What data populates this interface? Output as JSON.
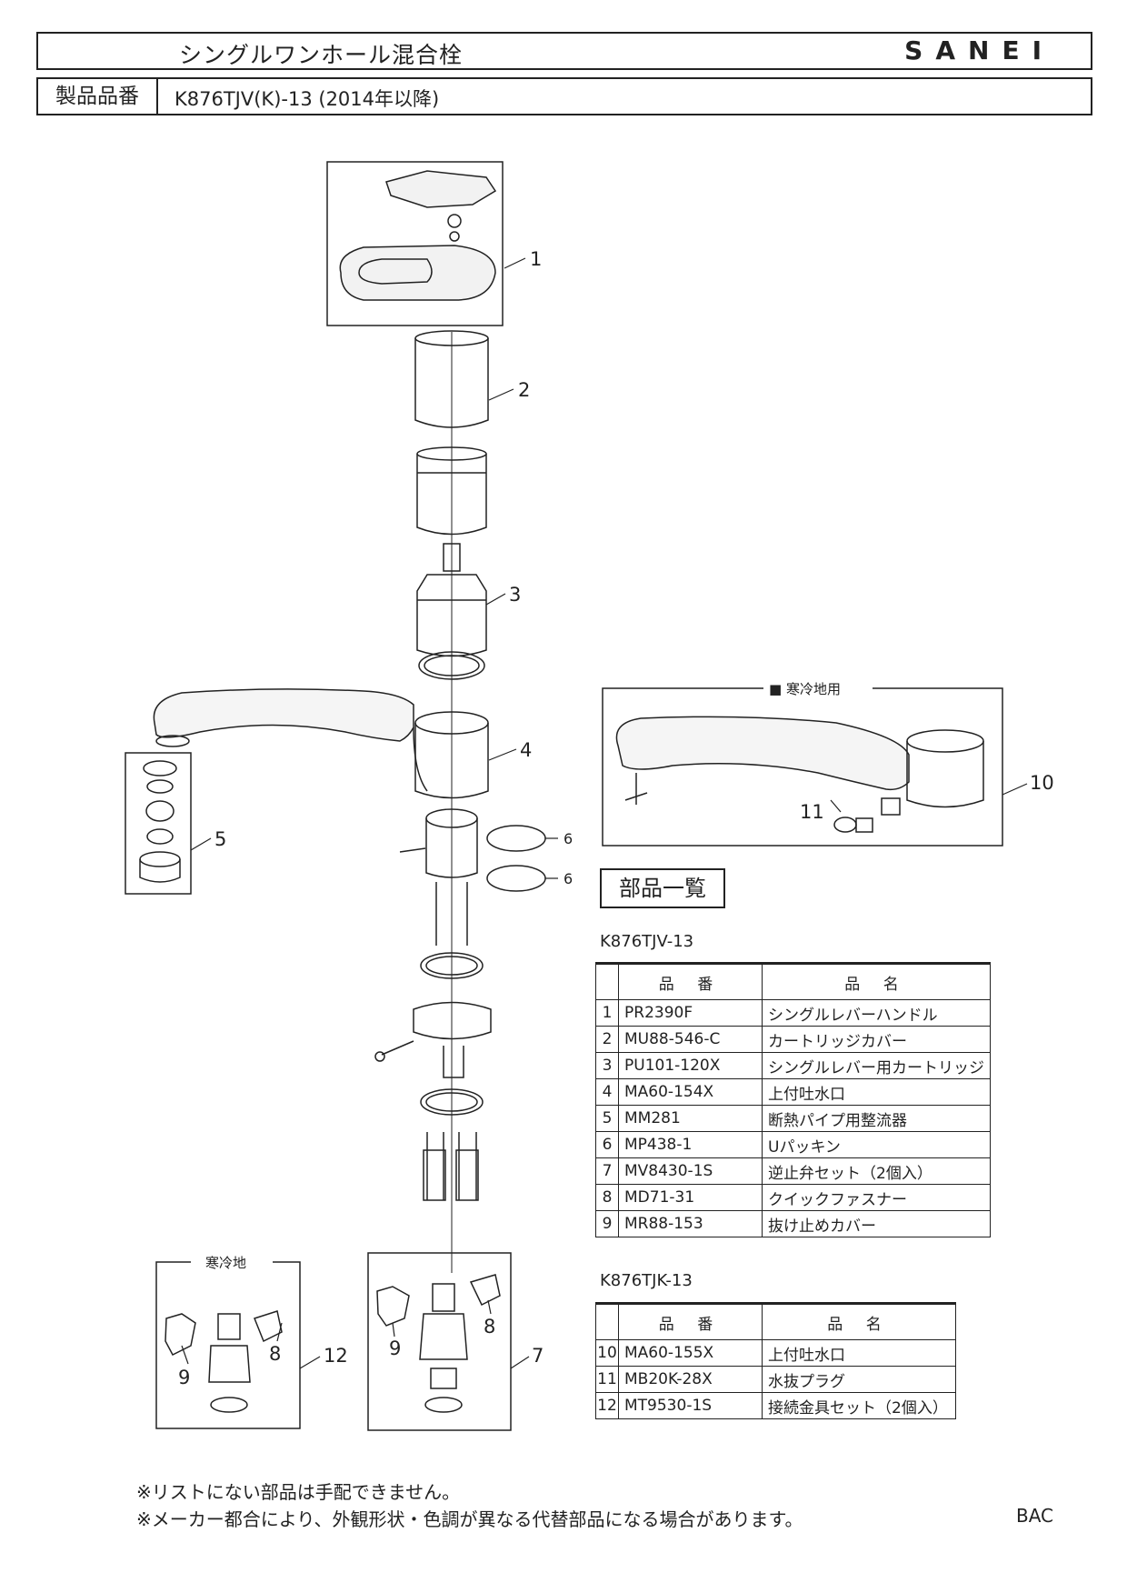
{
  "header": {
    "title": "シングルワンホール混合栓",
    "brand": "SANEI",
    "model_label": "製品品番",
    "model_value": "K876TJV(K)-13  (2014年以降)"
  },
  "diagram": {
    "callouts": [
      "1",
      "2",
      "3",
      "4",
      "5",
      "6",
      "6",
      "7",
      "8",
      "9",
      "8",
      "9",
      "10",
      "11",
      "12"
    ],
    "cold_region_box_label": "■ 寒冷地用",
    "cold_region_small_label": "寒冷地"
  },
  "parts_list": {
    "title": "部品一覧",
    "tables": [
      {
        "model": "K876TJV-13",
        "headers": [
          "品 番",
          "品 名"
        ],
        "rows": [
          {
            "no": "1",
            "code": "PR2390F",
            "name": "シングルレバーハンドル"
          },
          {
            "no": "2",
            "code": "MU88-546-C",
            "name": "カートリッジカバー"
          },
          {
            "no": "3",
            "code": "PU101-120X",
            "name": "シングルレバー用カートリッジ"
          },
          {
            "no": "4",
            "code": "MA60-154X",
            "name": "上付吐水口"
          },
          {
            "no": "5",
            "code": "MM281",
            "name": "断熱パイプ用整流器"
          },
          {
            "no": "6",
            "code": "MP438-1",
            "name": "Uパッキン"
          },
          {
            "no": "7",
            "code": "MV8430-1S",
            "name": "逆止弁セット（2個入）"
          },
          {
            "no": "8",
            "code": "MD71-31",
            "name": "クイックファスナー"
          },
          {
            "no": "9",
            "code": "MR88-153",
            "name": "抜け止めカバー"
          }
        ]
      },
      {
        "model": "K876TJK-13",
        "headers": [
          "品 番",
          "品 名"
        ],
        "rows": [
          {
            "no": "10",
            "code": "MA60-155X",
            "name": "上付吐水口"
          },
          {
            "no": "11",
            "code": "MB20K-28X",
            "name": "水抜プラグ"
          },
          {
            "no": "12",
            "code": "MT9530-1S",
            "name": "接続金具セット（2個入）"
          }
        ]
      }
    ]
  },
  "notes": [
    "※リストにない部品は手配できません。",
    "※メーカー都合により、外観形状・色調が異なる代替部品になる場合があります。"
  ],
  "footer_code": "BAC"
}
